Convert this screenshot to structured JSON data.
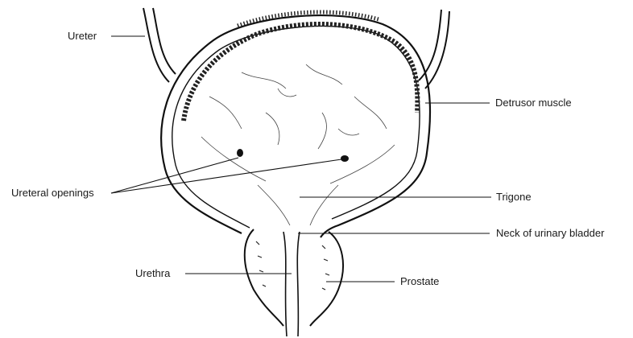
{
  "labels": {
    "ureter": "Ureter",
    "detrusor": "Detrusor muscle",
    "ureteral_openings": "Ureteral openings",
    "trigone": "Trigone",
    "neck": "Neck of urinary bladder",
    "urethra": "Urethra",
    "prostate": "Prostate"
  },
  "colors": {
    "ink": "#111111",
    "text": "#1a1a1a",
    "background": "#ffffff"
  }
}
